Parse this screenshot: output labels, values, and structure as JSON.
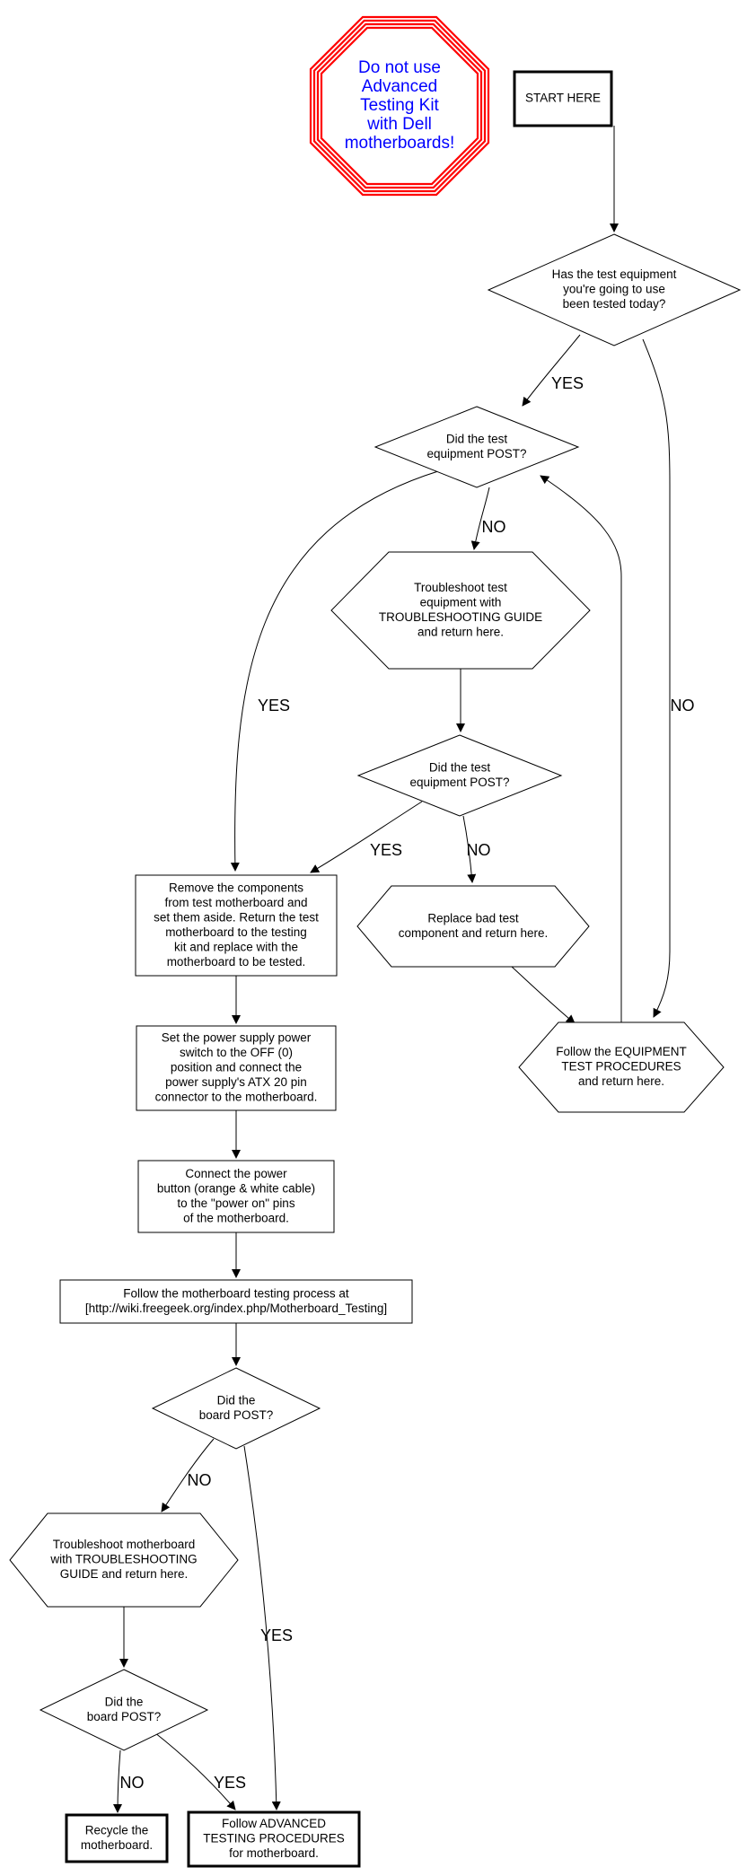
{
  "warning": {
    "lines": [
      "Do not use",
      "Advanced",
      "Testing Kit",
      "with Dell",
      "motherboards!"
    ],
    "text_color": "#0000ff",
    "border_color": "#ff0000"
  },
  "nodes": {
    "start": {
      "lines": [
        "START HERE"
      ]
    },
    "q_tested_today": {
      "lines": [
        "Has the test equipment",
        "you're going to use",
        "been tested today?"
      ]
    },
    "q_post_1": {
      "lines": [
        "Did the test",
        "equipment POST?"
      ]
    },
    "troubleshoot_equipment": {
      "lines": [
        "Troubleshoot test",
        "equipment with",
        "TROUBLESHOOTING GUIDE",
        "and return here."
      ]
    },
    "q_post_2": {
      "lines": [
        "Did the test",
        "equipment POST?"
      ]
    },
    "remove_components": {
      "lines": [
        "Remove the components",
        "from test motherboard and",
        "set them aside. Return the test",
        "motherboard to the testing",
        "kit and replace with the",
        "motherboard to be tested."
      ]
    },
    "replace_bad": {
      "lines": [
        "Replace bad test",
        "component and return here."
      ]
    },
    "equipment_procedures": {
      "lines": [
        "Follow the EQUIPMENT",
        "TEST PROCEDURES",
        "and return here."
      ]
    },
    "power_switch": {
      "lines": [
        "Set the power supply power",
        "switch to the OFF (0)",
        "position and connect the",
        "power supply's ATX 20 pin",
        "connector to the motherboard."
      ]
    },
    "power_button": {
      "lines": [
        "Connect the power",
        "button (orange & white cable)",
        "to the \"power on\" pins",
        "of the motherboard."
      ]
    },
    "testing_process": {
      "lines": [
        "Follow the motherboard testing process at",
        "[http://wiki.freegeek.org/index.php/Motherboard_Testing]"
      ]
    },
    "q_board_post_1": {
      "lines": [
        "Did the",
        "board POST?"
      ]
    },
    "troubleshoot_board": {
      "lines": [
        "Troubleshoot motherboard",
        "with TROUBLESHOOTING",
        "GUIDE and return here."
      ]
    },
    "q_board_post_2": {
      "lines": [
        "Did the",
        "board POST?"
      ]
    },
    "recycle": {
      "lines": [
        "Recycle the",
        "motherboard."
      ]
    },
    "advanced_procedures": {
      "lines": [
        "Follow ADVANCED",
        "TESTING PROCEDURES",
        "for motherboard."
      ]
    }
  },
  "edges": [
    {
      "from": "start",
      "to": "q_tested_today",
      "label": ""
    },
    {
      "from": "q_tested_today",
      "to": "q_post_1",
      "label": "YES"
    },
    {
      "from": "q_tested_today",
      "to": "equipment_procedures",
      "label": "NO"
    },
    {
      "from": "q_post_1",
      "to": "troubleshoot_equipment",
      "label": "NO"
    },
    {
      "from": "q_post_1",
      "to": "remove_components",
      "label": "YES"
    },
    {
      "from": "troubleshoot_equipment",
      "to": "q_post_2",
      "label": ""
    },
    {
      "from": "q_post_2",
      "to": "remove_components",
      "label": "YES"
    },
    {
      "from": "q_post_2",
      "to": "replace_bad",
      "label": "NO"
    },
    {
      "from": "replace_bad",
      "to": "equipment_procedures",
      "label": ""
    },
    {
      "from": "equipment_procedures",
      "to": "q_post_1",
      "label": ""
    },
    {
      "from": "remove_components",
      "to": "power_switch",
      "label": ""
    },
    {
      "from": "power_switch",
      "to": "power_button",
      "label": ""
    },
    {
      "from": "power_button",
      "to": "testing_process",
      "label": ""
    },
    {
      "from": "testing_process",
      "to": "q_board_post_1",
      "label": ""
    },
    {
      "from": "q_board_post_1",
      "to": "troubleshoot_board",
      "label": "NO"
    },
    {
      "from": "q_board_post_1",
      "to": "advanced_procedures",
      "label": "YES"
    },
    {
      "from": "troubleshoot_board",
      "to": "q_board_post_2",
      "label": ""
    },
    {
      "from": "q_board_post_2",
      "to": "recycle",
      "label": "NO"
    },
    {
      "from": "q_board_post_2",
      "to": "advanced_procedures",
      "label": "YES"
    }
  ]
}
